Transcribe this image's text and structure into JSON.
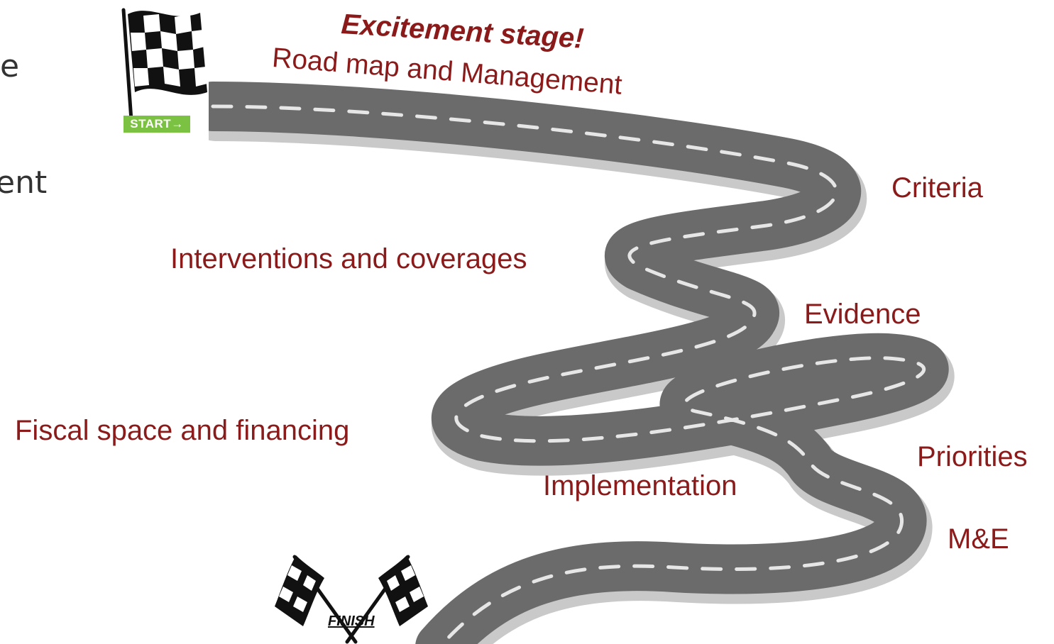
{
  "colors": {
    "label": "#8b1a1a",
    "road": "#6b6b6b",
    "road_edge": "#c9c9c9",
    "dash": "#e6e6e6",
    "start_badge": "#7cc242"
  },
  "cut_text": {
    "line1": "e",
    "line2": "ent"
  },
  "title": {
    "stage": "Excitement stage!",
    "road_map": "Road map and Management"
  },
  "steps": {
    "criteria": "Criteria",
    "interventions": "Interventions and coverages",
    "evidence": "Evidence",
    "fiscal": "Fiscal space and financing",
    "priorities": "Priorities",
    "implementation": "Implementation",
    "me": "M&E"
  },
  "flags": {
    "start_label": "START→",
    "finish_label": "FINISH",
    "start_icon": "checkered-flag",
    "finish_icon": "crossed-checkered-flags"
  }
}
